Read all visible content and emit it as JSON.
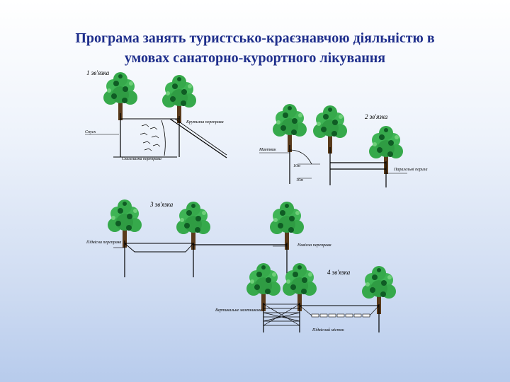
{
  "title": {
    "line1": "Програма занять туристсько-краєзнавчою діяльністю в",
    "line2": "умовах санаторно-курортного лікування"
  },
  "stages": {
    "stage1": {
      "heading": "1 зв'язка",
      "label_slope": "Крутизна переправа",
      "label_left": "Спуск",
      "label_bottom": "Скелелазна переправа"
    },
    "stage2": {
      "heading": "2 зв'язка",
      "label_left": "Маятник",
      "label_right": "Паралельні перила",
      "mark1": "10м",
      "mark2": "10м"
    },
    "stage3": {
      "heading": "3 зв'язка",
      "label_left": "Підвісна переправа",
      "label_right": "Навісна переправа"
    },
    "stage4": {
      "heading": "4 зв'язка",
      "label_left": "Вертикальне маятникове",
      "label_bottom": "Підвісний місток"
    }
  },
  "colors": {
    "title": "#1f2f8c",
    "tree_light": "#3fb455",
    "tree_dark": "#0f5c24",
    "line": "#000000"
  }
}
